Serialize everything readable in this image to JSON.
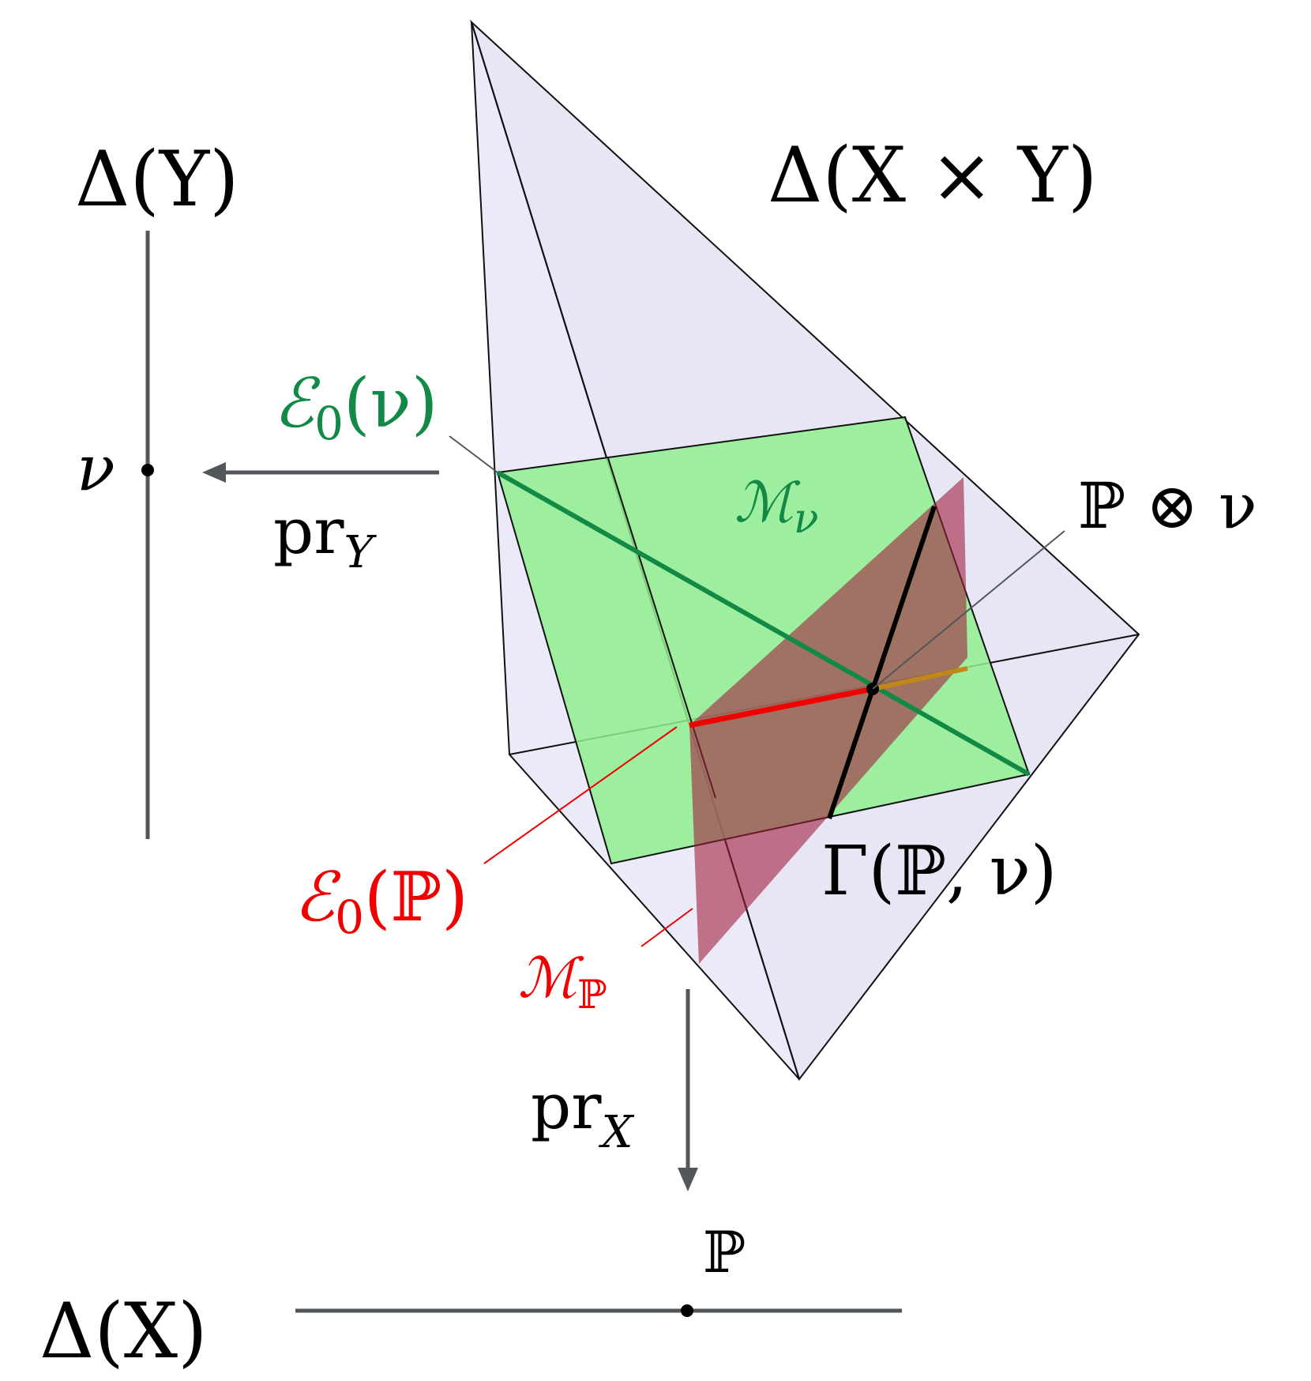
{
  "labels": {
    "delta_y": "Δ(Y)",
    "delta_xy": "Δ(X × Y)",
    "delta_x": "Δ(X)",
    "nu": "ν",
    "pr_y": {
      "base": "pr",
      "sub": "Y"
    },
    "pr_x": {
      "base": "pr",
      "sub": "X"
    },
    "p": "ℙ",
    "e0_nu": {
      "base": "ℰ",
      "sub": "0",
      "arg": "(ν)"
    },
    "m_nu": {
      "base": "ℳ",
      "sub": "ν"
    },
    "p_tensor_nu": "ℙ ⊗ ν",
    "gamma": "Γ(ℙ, ν)",
    "e0_p": {
      "base": "ℰ",
      "sub": "0",
      "arg": "(ℙ)"
    },
    "m_p": {
      "base": "ℳ",
      "sub": "ℙ"
    }
  },
  "colors": {
    "black": "#000000",
    "axis_gray": "#53565a",
    "simplex_fill": "#e6e6f7",
    "green_fill": "#90ee90",
    "green_line": "#128a46",
    "green_text": "#128a46",
    "red_fill": "#a0203c",
    "red": "#f00000",
    "orange_line": "#c08818"
  }
}
